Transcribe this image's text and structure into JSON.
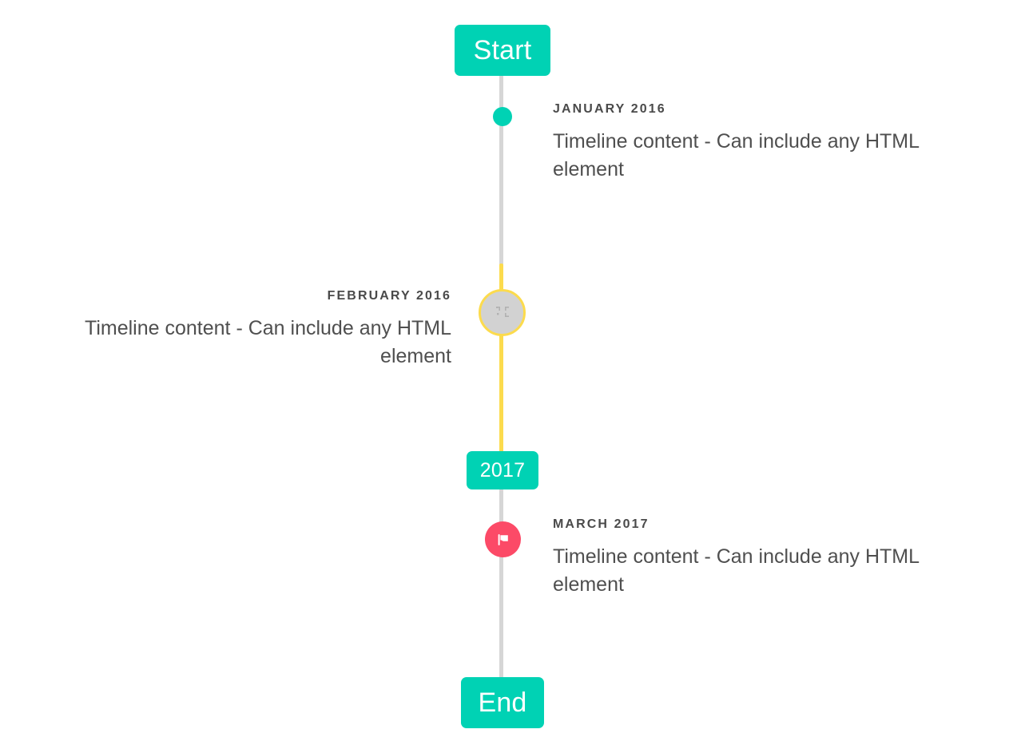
{
  "page": {
    "title": "Timeline",
    "background": "#ffffff"
  },
  "colors": {
    "accent_teal": "#00d2b4",
    "line_grey": "#d6d6d6",
    "line_yellow": "#fcdb4d",
    "marker_pink": "#fc4a67",
    "marker_grey": "#d2d2d2",
    "date_text": "#4a4a4a",
    "body_text": "#4f4f4f"
  },
  "caps": {
    "start_label": "Start",
    "year_label": "2017",
    "end_label": "End"
  },
  "entries": [
    {
      "date": "January 2016",
      "text": "Timeline content - Can include any HTML element",
      "side": "right",
      "marker": "dot"
    },
    {
      "date": "February 2016",
      "text": "Timeline content - Can include any HTML element",
      "side": "left",
      "marker": "broken-image"
    },
    {
      "date": "March 2017",
      "text": "Timeline content - Can include any HTML element",
      "side": "right",
      "marker": "flag"
    }
  ]
}
